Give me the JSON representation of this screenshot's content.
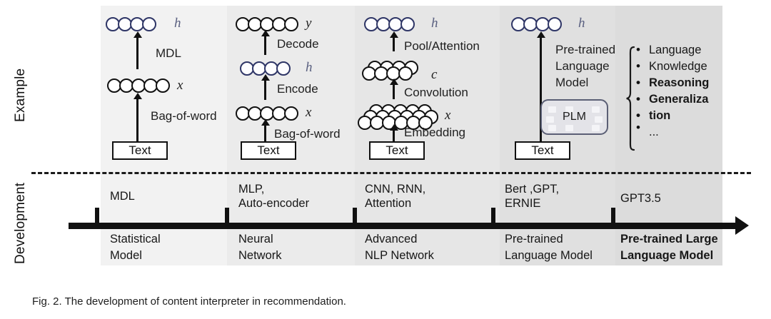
{
  "figure": {
    "caption": "Fig. 2. The development of content interpreter in recommendation.",
    "row_labels": {
      "example": "Example",
      "development": "Development"
    }
  },
  "columns": [
    {
      "id": "statistical-model",
      "panel_color": "#f2f2f2",
      "example": {
        "input_box": "Text",
        "steps": [
          "Bag-of-word",
          "MDL"
        ],
        "layers": [
          {
            "var": "x",
            "count": 5,
            "style": "plain"
          },
          {
            "var": "h",
            "count": 4,
            "style": "hidden"
          }
        ]
      },
      "techniques": [
        "MDL"
      ],
      "era": "Statistical\nModel",
      "era_lines": [
        "Statistical",
        "Model"
      ],
      "era_bold": false
    },
    {
      "id": "neural-network",
      "panel_color": "#ebebeb",
      "example": {
        "input_box": "Text",
        "steps": [
          "Bag-of-word",
          "Encode",
          "Decode"
        ],
        "layers": [
          {
            "var": "x",
            "count": 5,
            "style": "plain"
          },
          {
            "var": "h",
            "count": 4,
            "style": "hidden"
          },
          {
            "var": "y",
            "count": 5,
            "style": "plain"
          }
        ]
      },
      "techniques": [
        "MLP,",
        "Auto-encoder"
      ],
      "era_lines": [
        "Neural",
        "Network"
      ],
      "era_bold": false
    },
    {
      "id": "advanced-nlp-network",
      "panel_color": "#e6e6e6",
      "example": {
        "input_box": "Text",
        "steps": [
          "Embedding",
          "Convolution",
          "Pool/Attention"
        ],
        "layers": [
          {
            "var": "x",
            "count": 6,
            "rows": 3,
            "style": "plain"
          },
          {
            "var": "c",
            "count": 4,
            "rows": 2,
            "style": "plain"
          },
          {
            "var": "h",
            "count": 4,
            "style": "hidden"
          }
        ]
      },
      "techniques": [
        "CNN, RNN,",
        "Attention"
      ],
      "era_lines": [
        "Advanced",
        "NLP Network"
      ],
      "era_bold": false
    },
    {
      "id": "pre-trained-language-model",
      "panel_color": "#e0e0e0",
      "example": {
        "input_box": "Text",
        "steps": [
          "Pre-trained",
          "Language",
          "Model"
        ],
        "plm_label": "PLM",
        "layers": [
          {
            "var": "h",
            "count": 4,
            "style": "hidden"
          }
        ],
        "capabilities": [
          {
            "text": "Language",
            "bold": false
          },
          {
            "text": "Knowledge",
            "bold": false
          },
          {
            "text": "Reasoning",
            "bold": true
          },
          {
            "text": "Generaliza",
            "bold": true
          },
          {
            "text": "tion",
            "bold": true
          },
          {
            "text": "...",
            "bold": false
          }
        ]
      },
      "techniques": [
        "Bert ,GPT,",
        "ERNIE"
      ],
      "era_lines": [
        "Pre-trained",
        "Language Model"
      ],
      "era_bold": false
    },
    {
      "id": "pre-trained-large-language-model",
      "panel_color": "#dcdcdc",
      "techniques": [
        "GPT3.5"
      ],
      "era_lines": [
        "Pre-trained Large",
        "Language Model"
      ],
      "era_bold": true
    }
  ],
  "colors": {
    "ink": "#111111",
    "hidden_node": "#2e3566",
    "var_blue": "#5a6080"
  }
}
